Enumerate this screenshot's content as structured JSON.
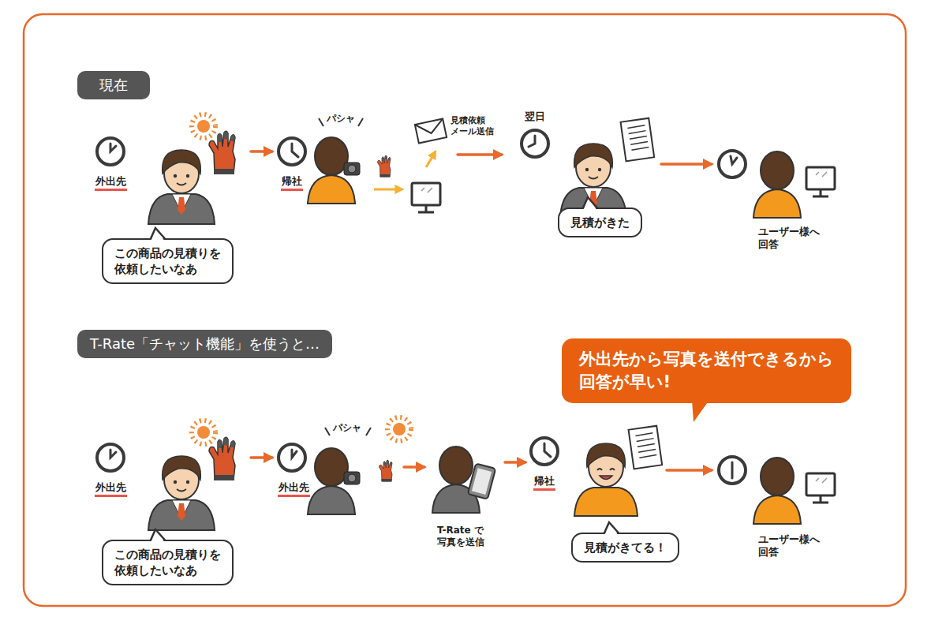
{
  "diagram": {
    "nodes": [
      {
        "text": [
          "現在"
        ]
      },
      {
        "text": [
          "この商品の見積りを 依頼したいなあ"
        ]
      },
      {
        "text": [
          "見積がきた"
        ]
      },
      {
        "text": [
          "T-Rate「チャット機能」を使うと…"
        ]
      },
      {
        "text": [
          "外出先から写真を送付できるから 回答が早い!"
        ]
      },
      {
        "text": [
          "この商品の見積りを 依頼したいなあ"
        ]
      },
      {
        "text": [
          "見積がきてる！"
        ]
      }
    ],
    "labels": [
      "外出先",
      "帰社",
      "パシャ",
      "見積依頼 メール送信",
      "翌日",
      "ユーザー様へ 回答",
      "外出先",
      "外出先",
      "パシャ",
      "T-Rate で 写真を送信",
      "帰社",
      "ユーザー様へ 回答"
    ]
  }
}
